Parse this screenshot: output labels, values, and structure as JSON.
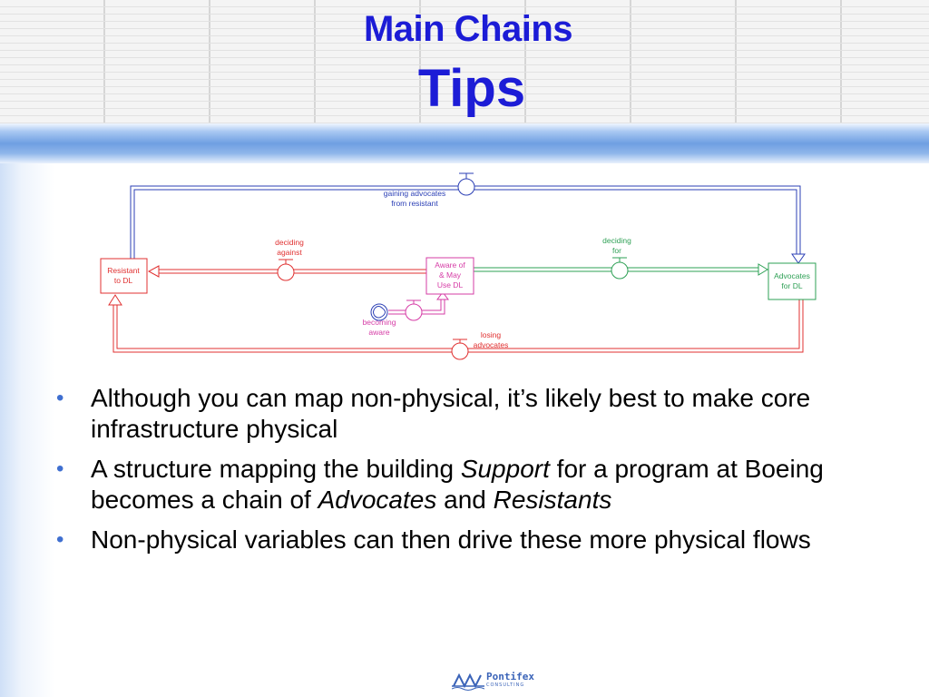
{
  "slide": {
    "title": "Main Chains",
    "subtitle": "Tips"
  },
  "diagram": {
    "stocks": {
      "resistant": "Resistant to DL",
      "aware": "Aware of & May Use DL",
      "advocates": "Advocates for DL"
    },
    "flows": {
      "gaining": "gaining advocates from resistant",
      "deciding_against": "deciding against",
      "deciding_for": "deciding for",
      "becoming_aware": "becoming aware",
      "losing": "losing advocates"
    },
    "colors": {
      "blue": "#2b3fb5",
      "red": "#e03030",
      "green": "#2ea055",
      "magenta": "#d63ca6"
    }
  },
  "bullets": {
    "b1": {
      "text": "Although you can map non-physical, it’s likely best to make core infrastructure physical"
    },
    "b2": {
      "pre": "A structure mapping the building ",
      "em1": "Support",
      "mid": " for a program at Boeing becomes a chain of ",
      "em2": "Advocates",
      "and": " and ",
      "em3": "Resistants"
    },
    "b3": {
      "text": "Non-physical variables can then drive these more physical flows"
    }
  },
  "footer": {
    "logo_name": "Pontifex",
    "logo_sub": "CONSULTING"
  }
}
